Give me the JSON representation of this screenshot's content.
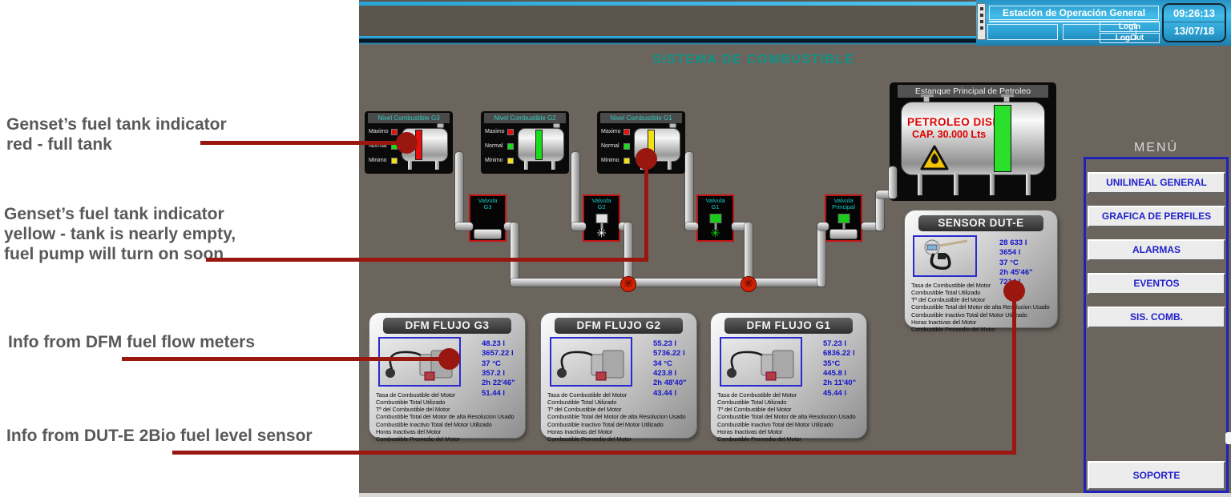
{
  "colors": {
    "annotation_red": "#9A1710",
    "title_teal": "#0E9488",
    "value_blue": "#1414CC",
    "menu_blue": "#2222CC",
    "valve_border_red": "#C41111",
    "indicator_red": "#E80F0F",
    "indicator_green": "#19DD19",
    "indicator_yellow": "#F2E213",
    "main_level_green": "#2AE02A"
  },
  "annotations": {
    "note1": "Genset’s fuel tank indicator\nred - full tank",
    "note2": "Genset’s fuel tank indicator\nyellow - tank is nearly empty,\nfuel pump will turn on soon",
    "note3": "Info from DFM fuel flow meters",
    "note4": "Info from DUT-E 2Bio fuel level sensor"
  },
  "top_bar": {
    "station_title": "Estación de Operación General",
    "login_label": "LogIn",
    "logout_label": "LogOut",
    "time": "09:26:13",
    "date": "13/07/18"
  },
  "screen_title": "SISTEMA DE COMBUSTIBLE",
  "tanks": [
    {
      "label": "Nivel Combustible G3",
      "level_color": "#E80F0F",
      "indicators": [
        {
          "label": "Maximo",
          "color": "#E80F0F"
        },
        {
          "label": "Normal",
          "color": "#19DD19"
        },
        {
          "label": "Minimo",
          "color": "#F2E213"
        }
      ]
    },
    {
      "label": "Nivel Combustible G2",
      "level_color": "#19DD19",
      "indicators": [
        {
          "label": "Maximo",
          "color": "#E80F0F"
        },
        {
          "label": "Normal",
          "color": "#19DD19"
        },
        {
          "label": "Minimo",
          "color": "#F2E213"
        }
      ]
    },
    {
      "label": "Nivel Combustible G1",
      "level_color": "#F2E213",
      "indicators": [
        {
          "label": "Maximo",
          "color": "#E80F0F"
        },
        {
          "label": "Normal",
          "color": "#19DD19"
        },
        {
          "label": "Minimo",
          "color": "#F2E213"
        }
      ]
    }
  ],
  "valves": [
    {
      "label": "Valvula\nG3",
      "indicator_color": "#0a0a0a",
      "fan": "",
      "fan_color": "#888888"
    },
    {
      "label": "Valvula\nG2",
      "indicator_color": "#E2E2E2",
      "fan": "✳",
      "fan_color": "#FFFFFF"
    },
    {
      "label": "Valvula\nG1",
      "indicator_color": "#19CC19",
      "fan": "✳",
      "fan_color": "#19CC19"
    },
    {
      "label": "Valvula\nPrincipal",
      "indicator_color": "#19CC19",
      "fan": "",
      "fan_color": "#888888"
    }
  ],
  "main_tank": {
    "header": "Estanque Principal de Petroleo",
    "product_line1": "PETROLEO DISEL",
    "product_line2": "CAP. 30.000 Lts",
    "level_color": "#2AE02A"
  },
  "desc_lines": [
    "Tasa de Combustible del Motor",
    "Combustible Total Utilizado",
    "Tº del Combustible del Motor",
    "Combustible Total del Motor de alta Resolucion Usado",
    "Combustible Inactivo Total del Motor Utilizado",
    "Horas Inactivas del Motor",
    "Combustible Promedio del Motor"
  ],
  "sensor_panel": {
    "header": "SENSOR DUT-E",
    "values": "28 633 l\n3654 l\n37 °C\n2h 45'46\"\n7214 l"
  },
  "dfm_panels": [
    {
      "header": "DFM FLUJO G3",
      "values": "48.23 l\n3657.22 l\n37 °C\n357.2 l\n2h 22'46\"\n51.44 l"
    },
    {
      "header": "DFM FLUJO G2",
      "values": "55.23 l\n5736.22 l\n34 °C\n423.8 l\n2h 48'40\"\n43.44 l"
    },
    {
      "header": "DFM FLUJO G1",
      "values": "57.23 l\n6836.22 l\n35°C\n445.8 l\n2h 11'40\"\n45.44 l"
    }
  ],
  "menu": {
    "title": "MENÚ",
    "items": [
      {
        "label": "UNILINEAL GENERAL"
      },
      {
        "label": "GRAFICA DE PERFILES"
      },
      {
        "label": "ALARMAS"
      },
      {
        "label": "EVENTOS"
      },
      {
        "label": "SIS. COMB."
      }
    ],
    "support_label": "SOPORTE"
  }
}
